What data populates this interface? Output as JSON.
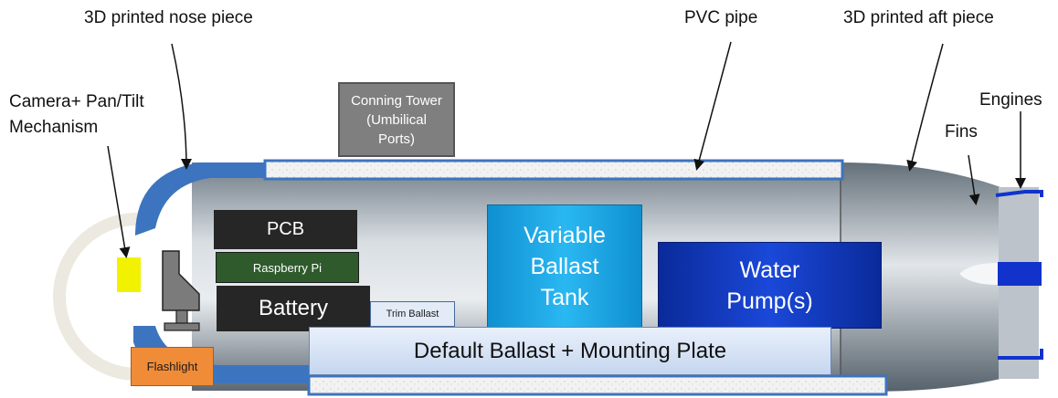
{
  "labels": {
    "nose": "3D printed nose piece",
    "pvc": "PVC pipe",
    "aft": "3D printed aft piece",
    "camera_1": "Camera+ Pan/Tilt",
    "camera_2": "Mechanism",
    "engines": "Engines",
    "fins": "Fins"
  },
  "components": {
    "conning_1": "Conning Tower",
    "conning_2": "(Umbilical",
    "conning_3": "Ports)",
    "pcb": "PCB",
    "raspberry": "Raspberry Pi",
    "battery": "Battery",
    "trim": "Trim Ballast",
    "vbt_1": "Variable",
    "vbt_2": "Ballast",
    "vbt_3": "Tank",
    "pump_1": "Water",
    "pump_2": "Pump(s)",
    "default_ballast": "Default Ballast + Mounting Plate",
    "flashlight": "Flashlight"
  },
  "colors": {
    "nose_blue": "#3d74bf",
    "conning": "#7f7f7f",
    "pcb": "#262626",
    "raspberry": "#2e5a2c",
    "vbt": "#19a5e6",
    "pump": "#1038b8",
    "default_ballast": "#d6e3f5",
    "flashlight": "#f08c38",
    "camera_light": "#f2f200",
    "engine_blue": "#1133cc"
  }
}
